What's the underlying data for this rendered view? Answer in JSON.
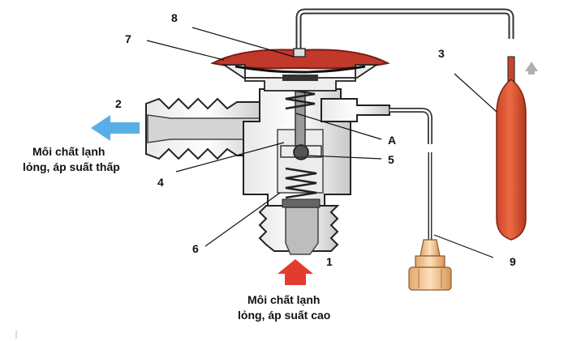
{
  "labels": {
    "n1": "1",
    "n2": "2",
    "n3": "3",
    "n4": "4",
    "n5": "5",
    "n6": "6",
    "n7": "7",
    "n8": "8",
    "n9": "9",
    "nA": "A"
  },
  "captions": {
    "outlet_line1": "Môi chất lạnh",
    "outlet_line2": "lỏng, áp suất thấp",
    "inlet_line1": "Môi chất lạnh",
    "inlet_line2": "lỏng, áp suất cao"
  },
  "colors": {
    "diaphragm": "#c0392b",
    "bulb": "#e05a3a",
    "bulb_dark": "#b8391d",
    "inlet_arrow": "#e33b2e",
    "outlet_arrow": "#5aaee6",
    "up_arrow": "#b0b0b0",
    "nut": "#f3c28e",
    "body_gray": "#cfcfcf"
  }
}
